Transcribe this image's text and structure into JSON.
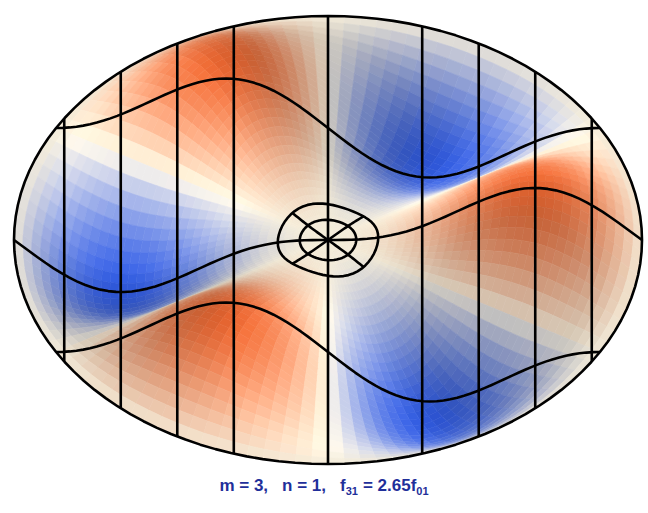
{
  "diagram": {
    "labels": [
      "m = 3,",
      "n = 1,",
      "f",
      "31",
      "= 2.65",
      "f",
      "01"
    ]
  }
}
